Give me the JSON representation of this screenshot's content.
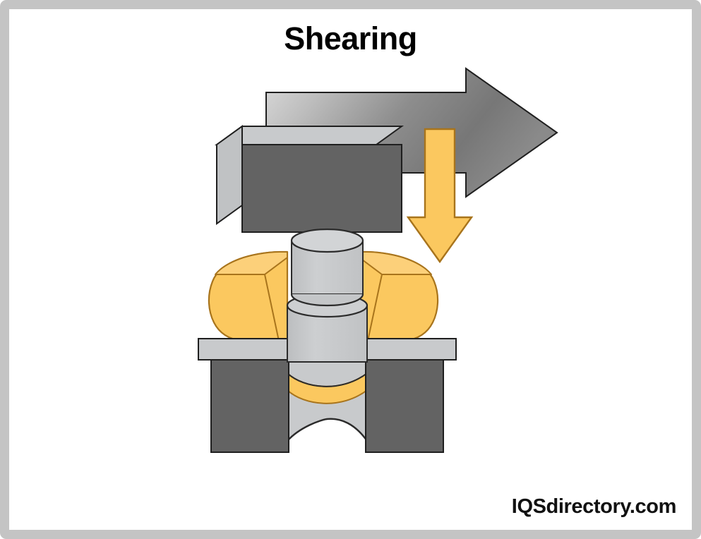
{
  "figure": {
    "title": "Shearing",
    "watermark": "IQSdirectory.com",
    "process_name": "Shearing",
    "frame_color": "#c4c4c4",
    "canvas_color": "#ffffff"
  },
  "palette": {
    "dark_gray": "#636363",
    "light_gray": "#c8cacc",
    "mid_gray": "#b8babc",
    "workpiece_yellow": "#fbc85f",
    "outline": "#2b2b2b",
    "outline_yellow": "#a8741c",
    "arrow_gradient_start": "#d8d8d8",
    "arrow_gradient_end": "#6e6e6e",
    "title_color": "#000000",
    "watermark_color": "#111111"
  },
  "elements": {
    "force_arrow_horizontal": {
      "name": "shear-direction-arrow",
      "direction": "right",
      "style": "gradient-gray"
    },
    "force_arrow_vertical": {
      "name": "punch-force-arrow",
      "direction": "down",
      "style": "solid-yellow"
    },
    "upper_punch_block": {
      "name": "punch-holder-block",
      "shape": "isometric-box"
    },
    "punch_cylinder": {
      "name": "punch-cylinder",
      "shape": "cylinder"
    },
    "workpiece": {
      "name": "deformed-workpiece",
      "material_color": "#fbc85f"
    },
    "die_plate_left": {
      "name": "die-top-plate-left"
    },
    "die_plate_right": {
      "name": "die-top-plate-right"
    },
    "die_block_left": {
      "name": "die-block-left"
    },
    "die_block_right": {
      "name": "die-block-right"
    },
    "slug": {
      "name": "sheared-slug"
    },
    "shear_band": {
      "name": "shear-zone-band"
    }
  }
}
